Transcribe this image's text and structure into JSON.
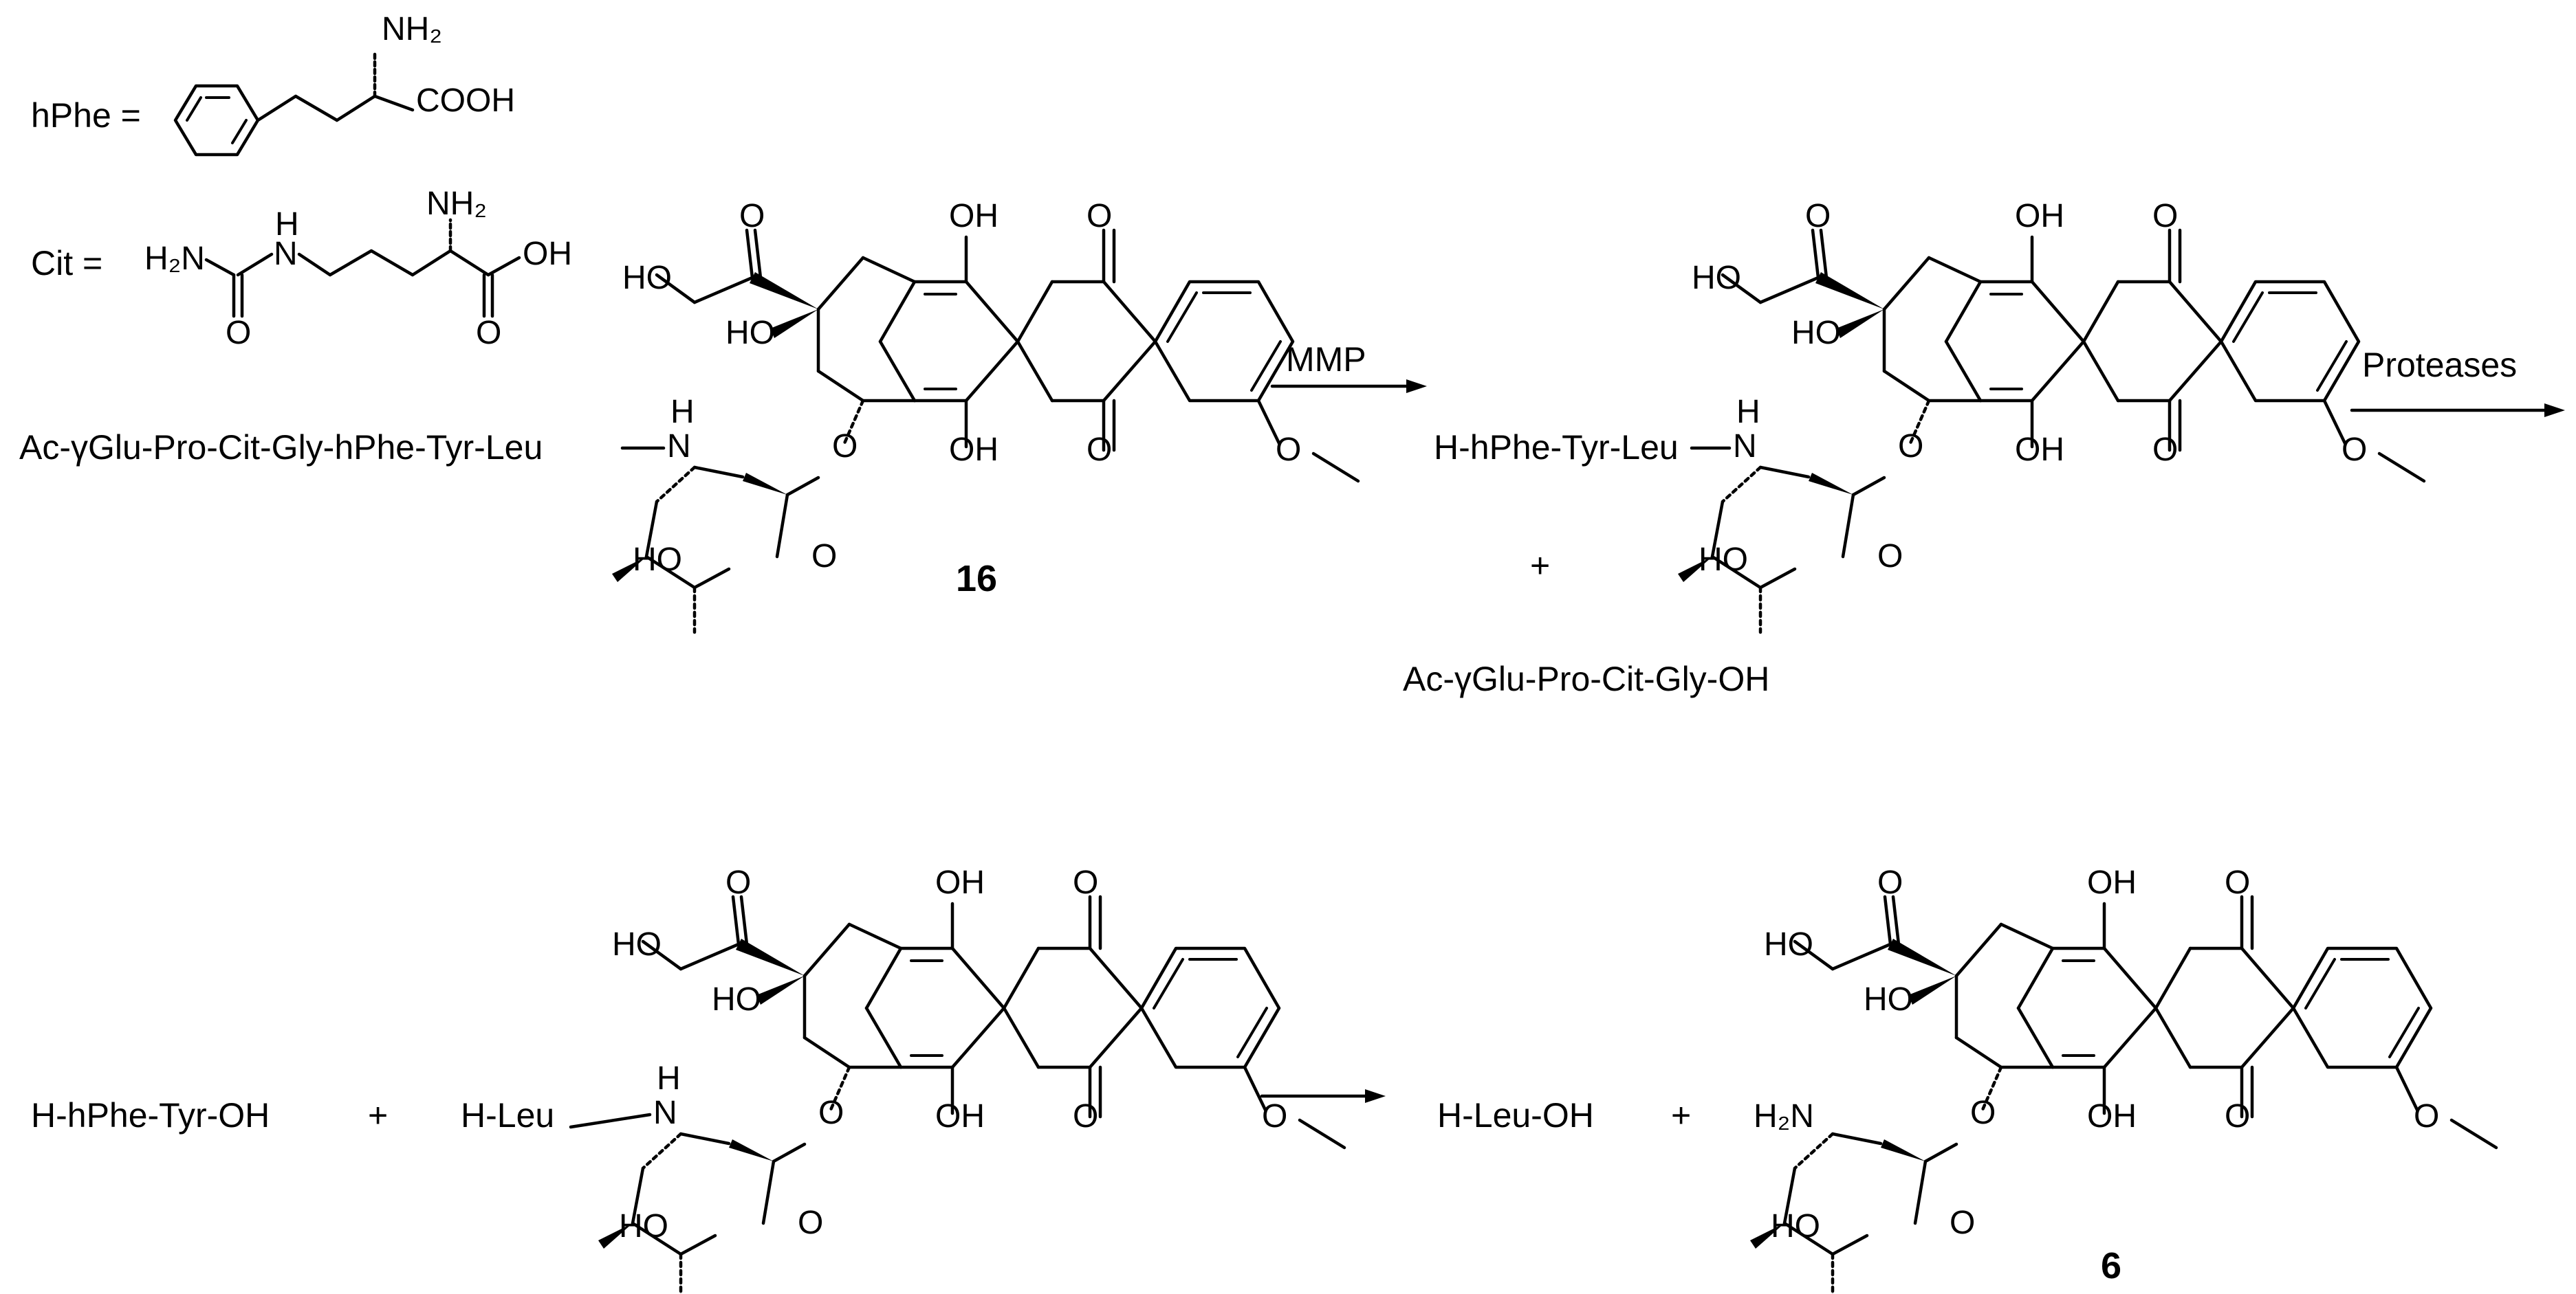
{
  "definitions": {
    "hphe_label": "hPhe =",
    "hphe_amine": "NH₂",
    "hphe_acid": "COOH",
    "cit_label": "Cit =",
    "cit_urea_n": "H₂N",
    "cit_nh": "H",
    "cit_n": "N",
    "cit_o": "O",
    "cit_amine": "NH₂",
    "cit_oh": "OH",
    "cit_acid_o": "O"
  },
  "atoms": {
    "hydroxyl": "OH",
    "ho": "HO",
    "ketone_o": "O",
    "ring_o": "O",
    "nh_h": "H",
    "nh_n": "N",
    "amine": "H₂N"
  },
  "compounds": {
    "c16": {
      "label": "16",
      "peptide": "Ac-γGlu-Pro-Cit-Gly-hPhe-Tyr-Leu"
    },
    "intermediate": {
      "peptide": "H-hPhe-Tyr-Leu",
      "plus": "+",
      "byproduct": "Ac-γGlu-Pro-Cit-Gly-OH"
    },
    "third": {
      "fragment": "H-hPhe-Tyr-OH",
      "plus": "+",
      "peptide": "H-Leu"
    },
    "c6": {
      "label": "6",
      "fragment": "H-Leu-OH",
      "plus": "+"
    }
  },
  "arrows": {
    "mmp_label": "MMP",
    "protease_label": "Proteases"
  }
}
